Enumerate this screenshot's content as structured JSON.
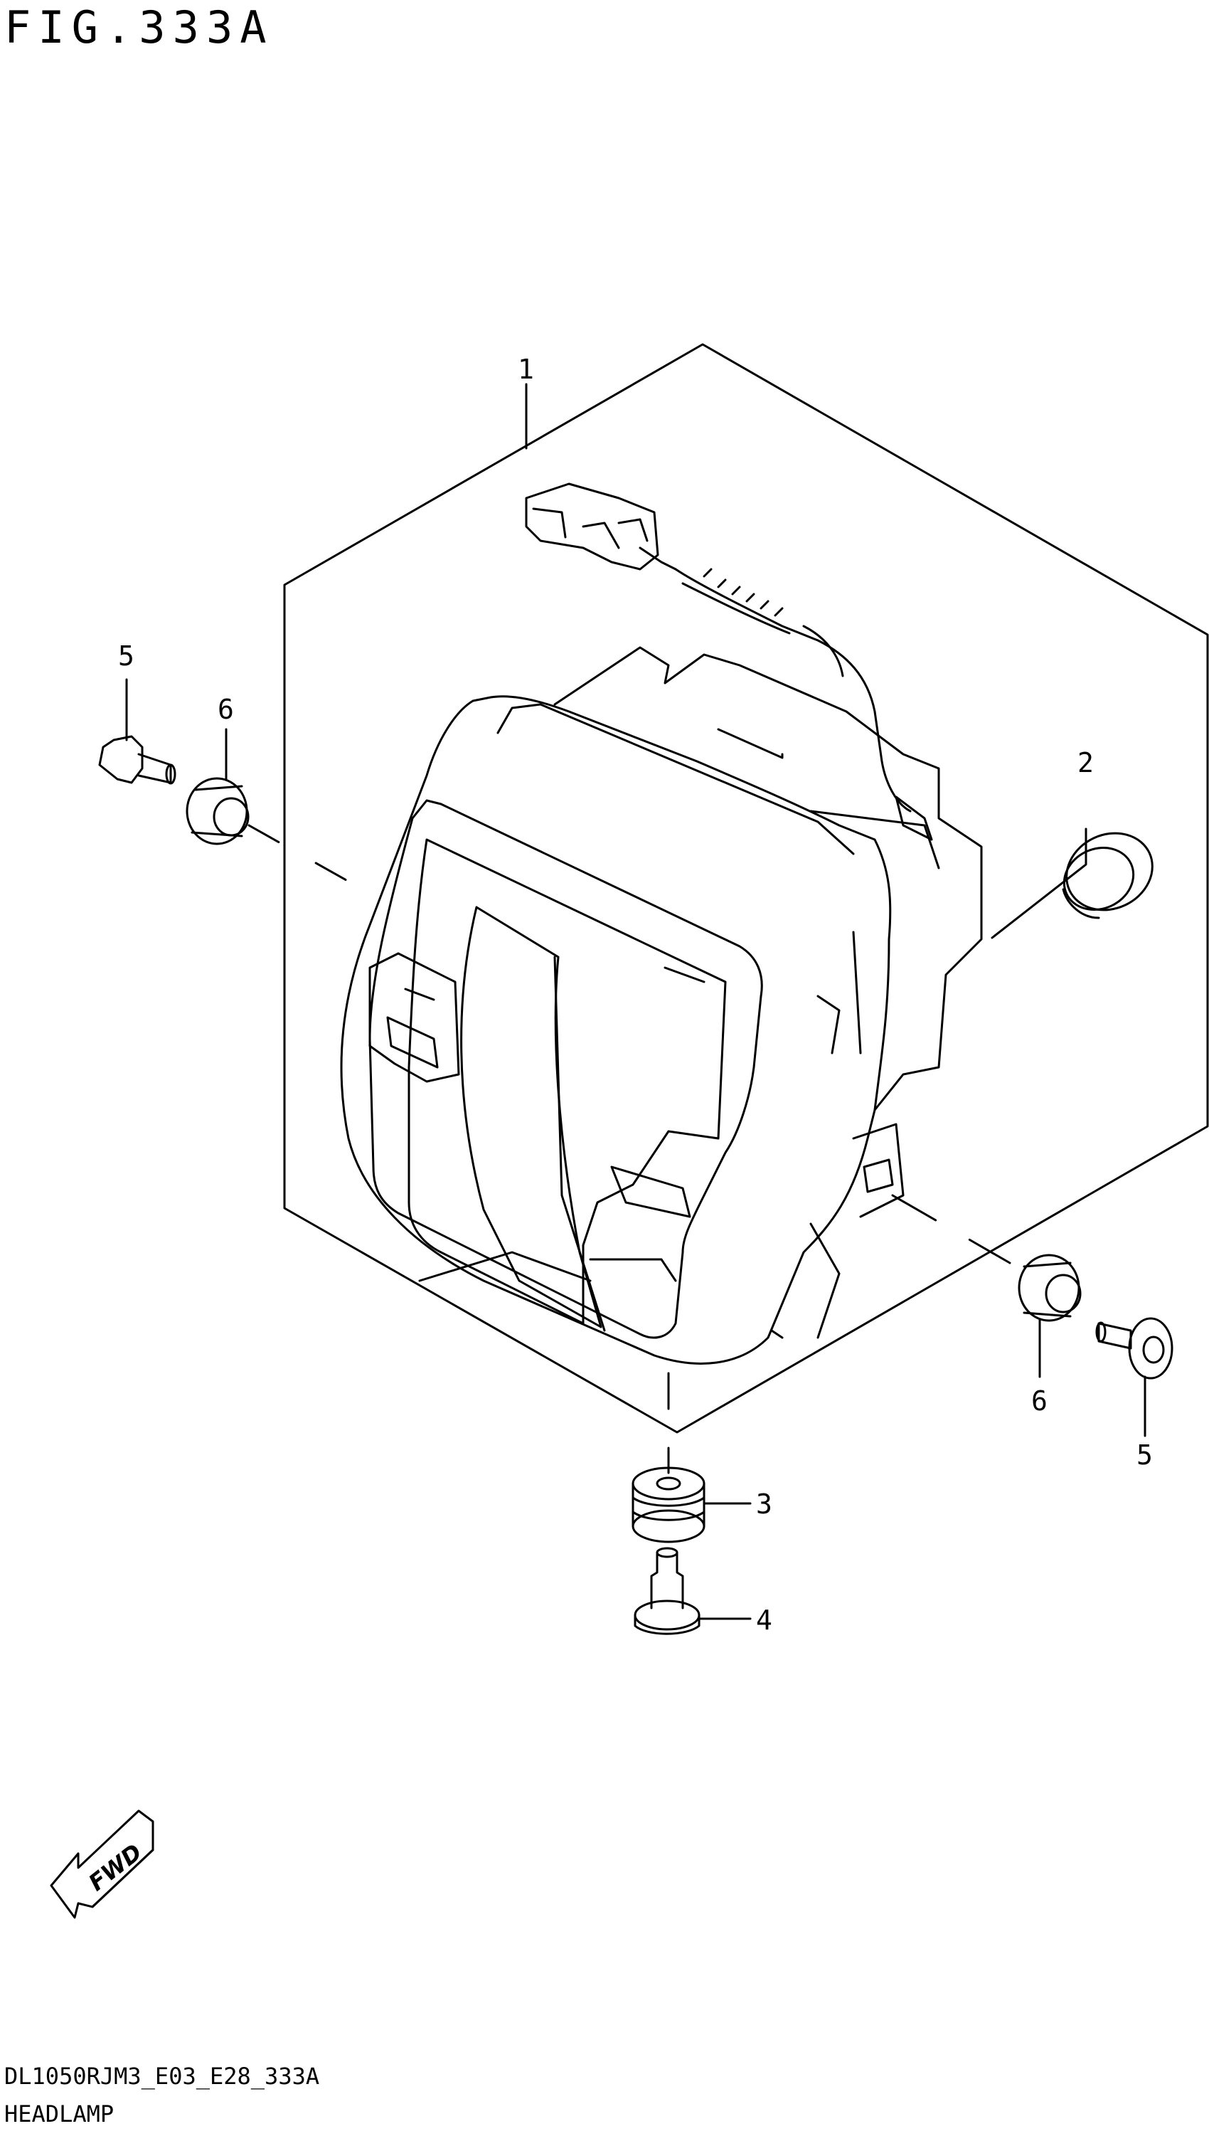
{
  "figure": {
    "title": "FIG.333A"
  },
  "callouts": {
    "c1": "1",
    "c2": "2",
    "c3": "3",
    "c4": "4",
    "c5a": "5",
    "c5b": "5",
    "c6a": "6",
    "c6b": "6"
  },
  "fwd_label": "FWD",
  "footer": {
    "code": "DL1050RJM3_E03_E28_333A",
    "name": "HEADLAMP"
  }
}
